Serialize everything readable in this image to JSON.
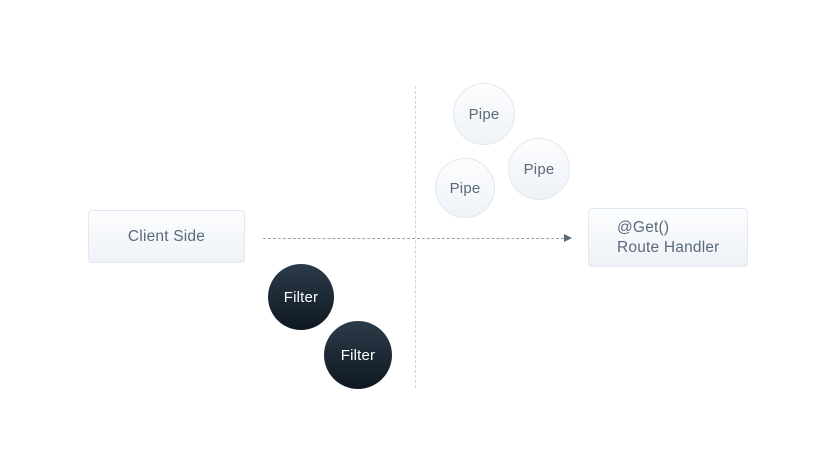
{
  "diagram": {
    "client": {
      "label": "Client Side"
    },
    "route_handler": {
      "decorator": "@Get()",
      "name": "Route Handler"
    },
    "pipes": [
      {
        "label": "Pipe"
      },
      {
        "label": "Pipe"
      },
      {
        "label": "Pipe"
      }
    ],
    "filters": [
      {
        "label": "Filter"
      },
      {
        "label": "Filter"
      }
    ],
    "colors": {
      "background": "#ffffff",
      "node_light_fill_top": "#fcfdfe",
      "node_light_fill_bottom": "#eef2f7",
      "node_light_border": "#e1e8ef",
      "node_dark_fill_top": "#2c3b49",
      "node_dark_fill_bottom": "#0e1822",
      "text_muted": "#5b6a79",
      "text_on_dark": "#ffffff",
      "arrow_line": "#98a2ac",
      "arrow_head": "#5d6974",
      "divider_line": "#ced5db"
    }
  }
}
